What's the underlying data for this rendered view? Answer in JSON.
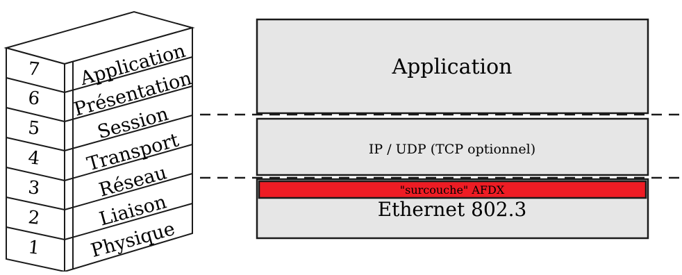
{
  "osi_model": {
    "layers": [
      {
        "number": "7",
        "name": "Application"
      },
      {
        "number": "6",
        "name": "Présentation"
      },
      {
        "number": "5",
        "name": "Session"
      },
      {
        "number": "4",
        "name": "Transport"
      },
      {
        "number": "3",
        "name": "Réseau"
      },
      {
        "number": "2",
        "name": "Liaison"
      },
      {
        "number": "1",
        "name": "Physique"
      }
    ]
  },
  "afdx_stack": {
    "application": "Application",
    "ip_udp": "IP / UDP (TCP optionnel)",
    "afdx_overlay": "\"surcouche\" AFDX",
    "ethernet": "Ethernet 802.3"
  },
  "colors": {
    "box_fill": "#e6e6e6",
    "afdx_fill": "#ee1c24",
    "stroke": "#1a1a1a"
  }
}
